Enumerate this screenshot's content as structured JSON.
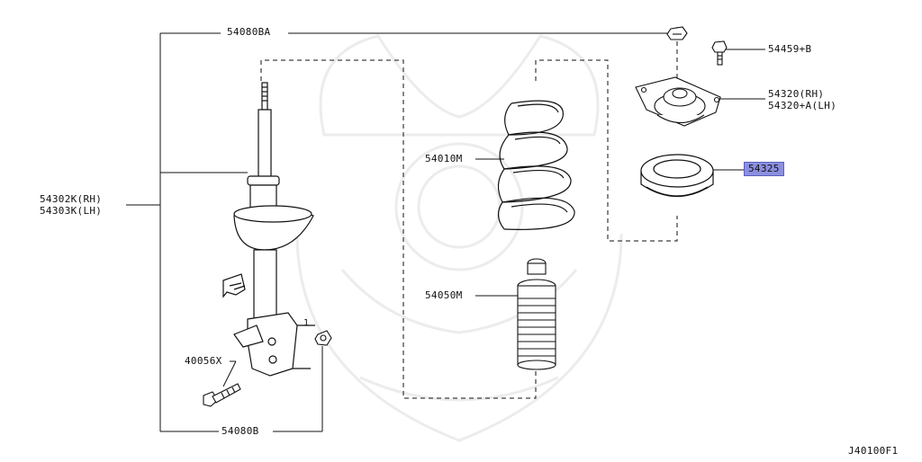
{
  "diagram": {
    "code": "J40100F1",
    "highlight_color": "#8c8fe0",
    "parts": {
      "p54080BA": "54080BA",
      "p54459B": "54459+B",
      "p54320RH": "54320(RH)",
      "p54320ALH": "54320+A(LH)",
      "p54010M": "54010M",
      "p54325": "54325",
      "p54302K": "54302K(RH)",
      "p54303K": "54303K(LH)",
      "p54050M": "54050M",
      "p40056X": "40056X",
      "p54080B": "54080B",
      "mark1": "1"
    }
  }
}
